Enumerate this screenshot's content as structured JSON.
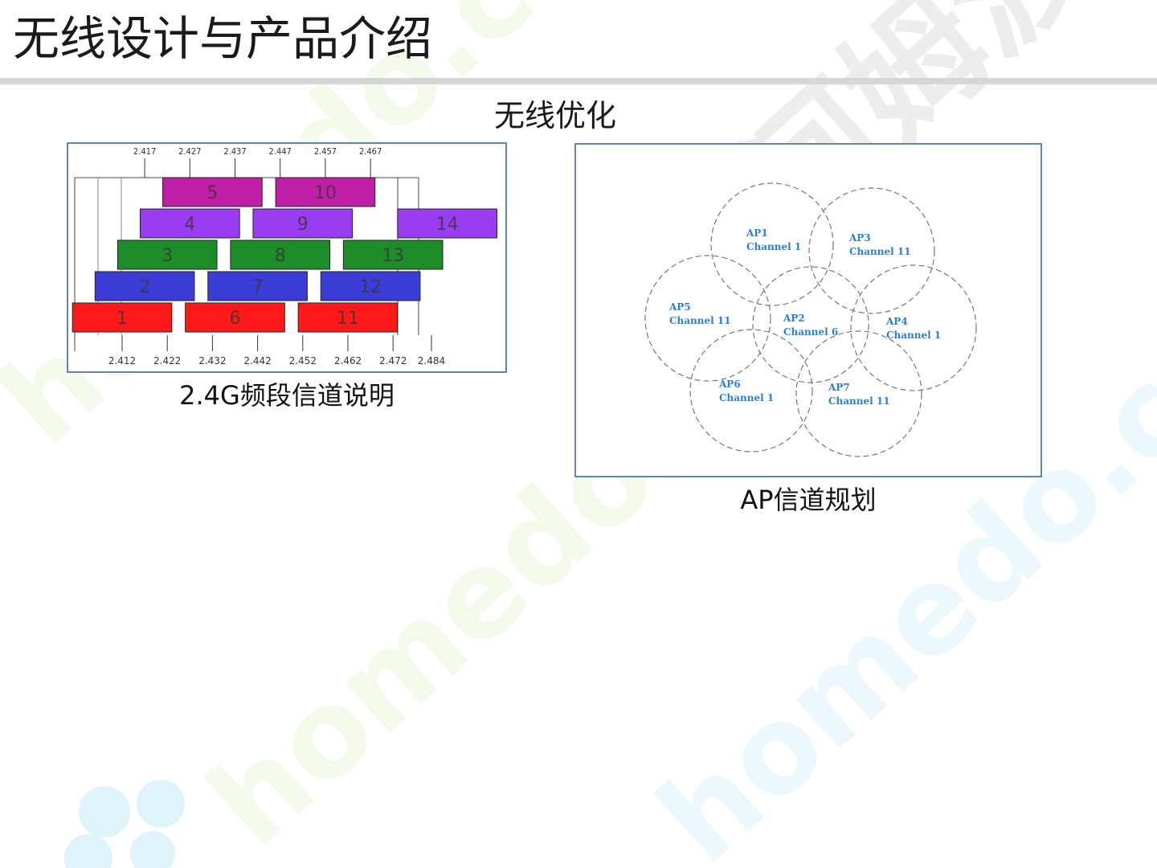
{
  "slide": {
    "title": "无线设计与产品介绍",
    "subtitle": "无线优化"
  },
  "band_diagram": {
    "caption": "2.4G频段信道说明",
    "top_ticks": [
      "2.417",
      "2.427",
      "2.437",
      "2.447",
      "2.457",
      "2.467"
    ],
    "bottom_ticks": [
      "2.412",
      "2.422",
      "2.432",
      "2.442",
      "2.452",
      "2.462",
      "2.472",
      "2.484"
    ],
    "channels": [
      {
        "label": "1",
        "start": 2.401,
        "end": 2.423,
        "color": "#ff1a1a"
      },
      {
        "label": "6",
        "start": 2.426,
        "end": 2.448,
        "color": "#ff1a1a"
      },
      {
        "label": "11",
        "start": 2.451,
        "end": 2.473,
        "color": "#ff1a1a"
      },
      {
        "label": "2",
        "start": 2.406,
        "end": 2.428,
        "color": "#3c3cd6"
      },
      {
        "label": "7",
        "start": 2.431,
        "end": 2.453,
        "color": "#3c3cd6"
      },
      {
        "label": "12",
        "start": 2.456,
        "end": 2.478,
        "color": "#3c3cd6"
      },
      {
        "label": "3",
        "start": 2.411,
        "end": 2.433,
        "color": "#1f8c2a"
      },
      {
        "label": "8",
        "start": 2.436,
        "end": 2.458,
        "color": "#1f8c2a"
      },
      {
        "label": "13",
        "start": 2.461,
        "end": 2.483,
        "color": "#1f8c2a"
      },
      {
        "label": "4",
        "start": 2.416,
        "end": 2.438,
        "color": "#9a3cf0"
      },
      {
        "label": "9",
        "start": 2.441,
        "end": 2.463,
        "color": "#9a3cf0"
      },
      {
        "label": "14",
        "start": 2.473,
        "end": 2.495,
        "color": "#9a3cf0"
      },
      {
        "label": "5",
        "start": 2.421,
        "end": 2.443,
        "color": "#c21fa8"
      },
      {
        "label": "10",
        "start": 2.446,
        "end": 2.468,
        "color": "#c21fa8"
      }
    ]
  },
  "ap_diagram": {
    "caption": "AP信道规划",
    "aps": [
      {
        "name": "AP1",
        "channel": "Channel 1"
      },
      {
        "name": "AP3",
        "channel": "Channel 11"
      },
      {
        "name": "AP5",
        "channel": "Channel 11"
      },
      {
        "name": "AP2",
        "channel": "Channel 6"
      },
      {
        "name": "AP4",
        "channel": "Channel 1"
      },
      {
        "name": "AP6",
        "channel": "Channel 1"
      },
      {
        "name": "AP7",
        "channel": "Channel 11"
      }
    ],
    "label_color": "#2a7fd4"
  },
  "watermark": {
    "text": "homedo.com",
    "brand_text": "河姆渡"
  }
}
